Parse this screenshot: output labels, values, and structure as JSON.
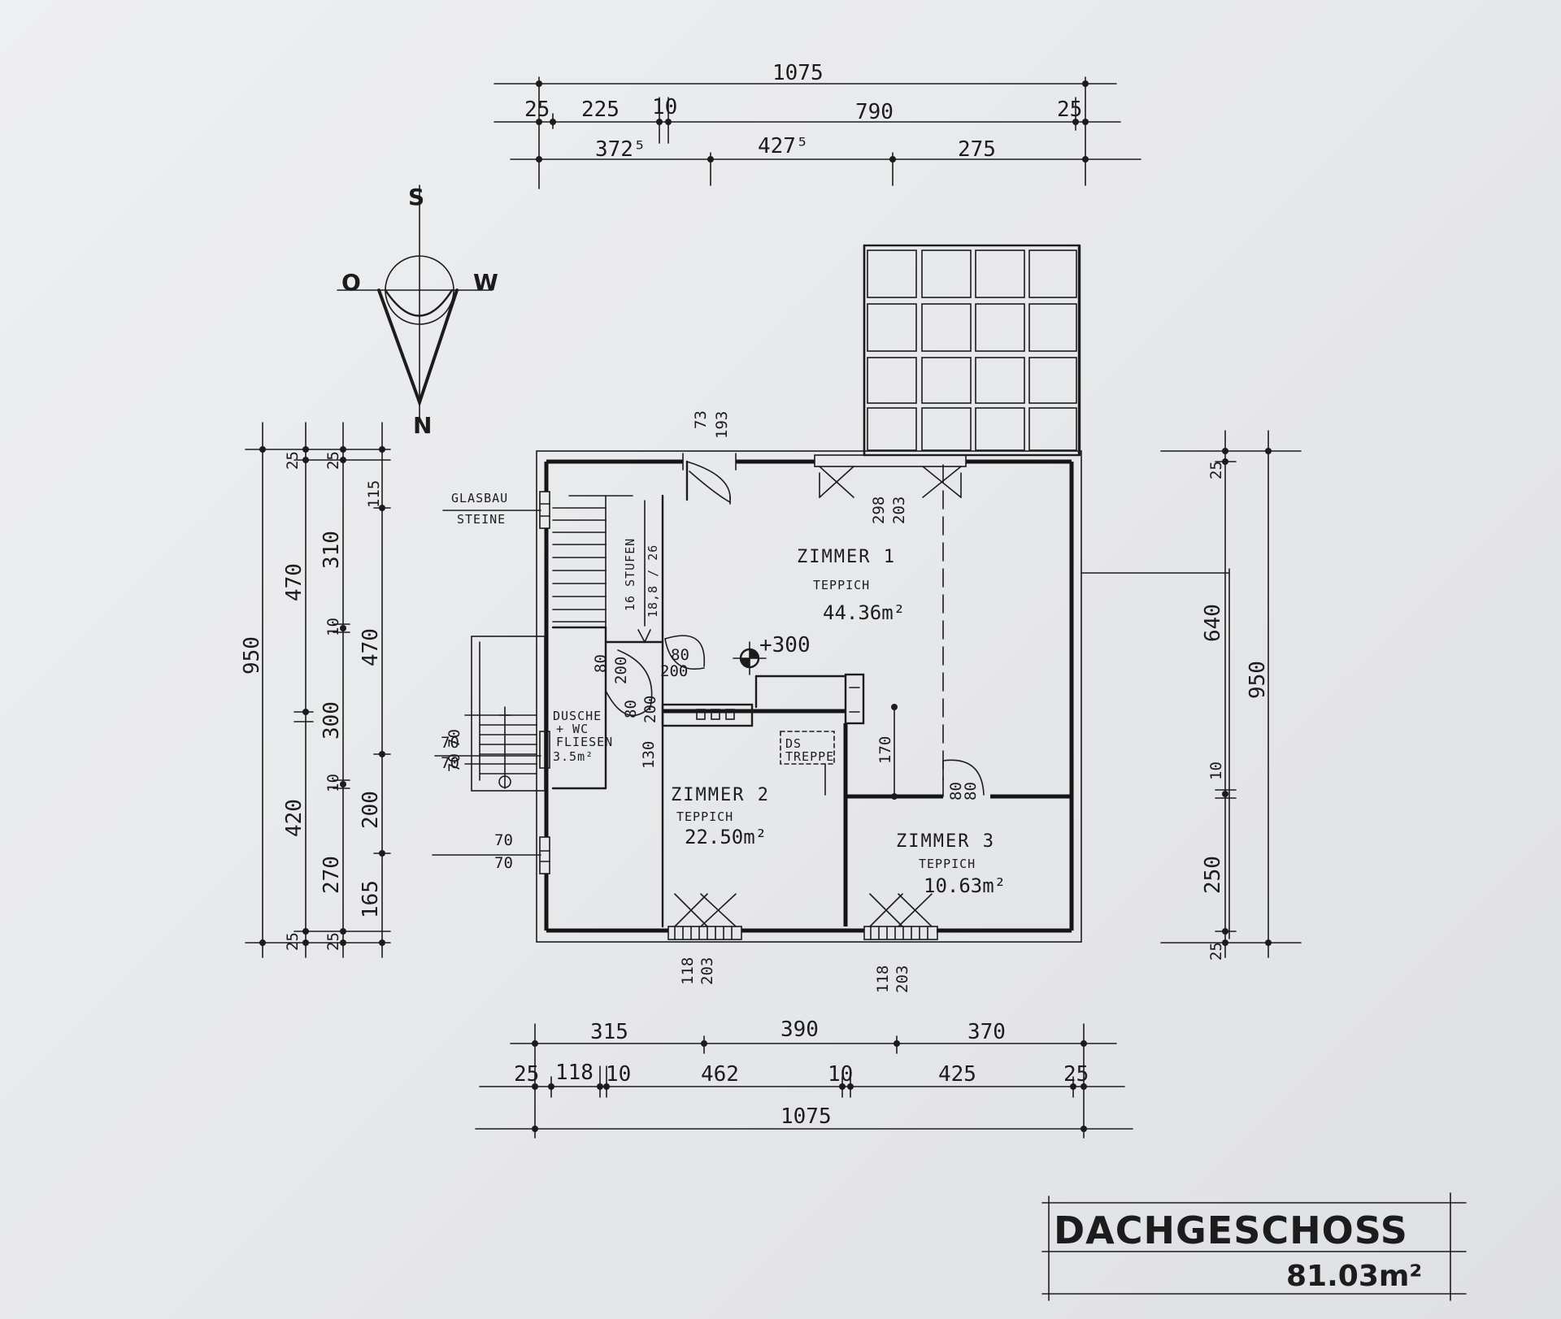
{
  "title": {
    "name": "DACHGESCHOSS",
    "area": "81.03m²"
  },
  "compass": {
    "north": "N",
    "south": "S",
    "east": "O",
    "west": "W"
  },
  "rooms": {
    "zimmer1": {
      "name": "ZIMMER 1",
      "floor": "TEPPICH",
      "area": "44.36m²"
    },
    "zimmer2": {
      "name": "ZIMMER 2",
      "floor": "TEPPICH",
      "area": "22.50m²"
    },
    "zimmer3": {
      "name": "ZIMMER 3",
      "floor": "TEPPICH",
      "area": "10.63m²"
    },
    "bath": {
      "name": "DUSCHE",
      "name2": "+ WC",
      "floor": "FLIESEN",
      "area": "3.5m²"
    },
    "ds": {
      "name": "DS",
      "sub": "TREPPE"
    }
  },
  "notes": {
    "glass_l1": "GLASBAU",
    "glass_l2": "STEINE",
    "stairs": "16 STUFEN",
    "stairs_ratio": "18,8 / 26",
    "level": "+300"
  },
  "dims": {
    "top": {
      "overall": "1075",
      "a": "25",
      "b": "225",
      "c": "10",
      "d": "790",
      "e": "25",
      "f": "372⁵",
      "g": "427⁵",
      "h": "275"
    },
    "bottom": {
      "a": "315",
      "b": "390",
      "c": "370",
      "d": "25",
      "e": "118",
      "f": "10",
      "g": "462",
      "h": "10",
      "i": "425",
      "j": "25",
      "overall": "1075"
    },
    "left": {
      "overall": "950",
      "a": "470",
      "b": "420",
      "c": "25",
      "d": "25",
      "e": "310",
      "f": "10",
      "g": "300",
      "h": "10",
      "i": "270",
      "j": "25",
      "k": "25",
      "l": "115",
      "m": "470",
      "n": "200",
      "o": "165",
      "p": "70",
      "q": "70"
    },
    "right": {
      "overall": "950",
      "a": "25",
      "b": "640",
      "c": "10",
      "d": "250",
      "e": "25"
    },
    "inner": {
      "win1a": "298",
      "win1b": "203",
      "door1a": "73",
      "door1b": "193",
      "d80a": "80",
      "d80b": "200",
      "d80c": "80",
      "d80d": "200",
      "d170": "170",
      "d130": "130",
      "d80e": "80",
      "d80f": "200",
      "dw70a": "70",
      "dw70b": "70",
      "bwin1a": "118",
      "bwin1b": "203",
      "bwin2a": "118",
      "bwin2b": "203",
      "d8a": "80",
      "d8b": "80"
    }
  }
}
